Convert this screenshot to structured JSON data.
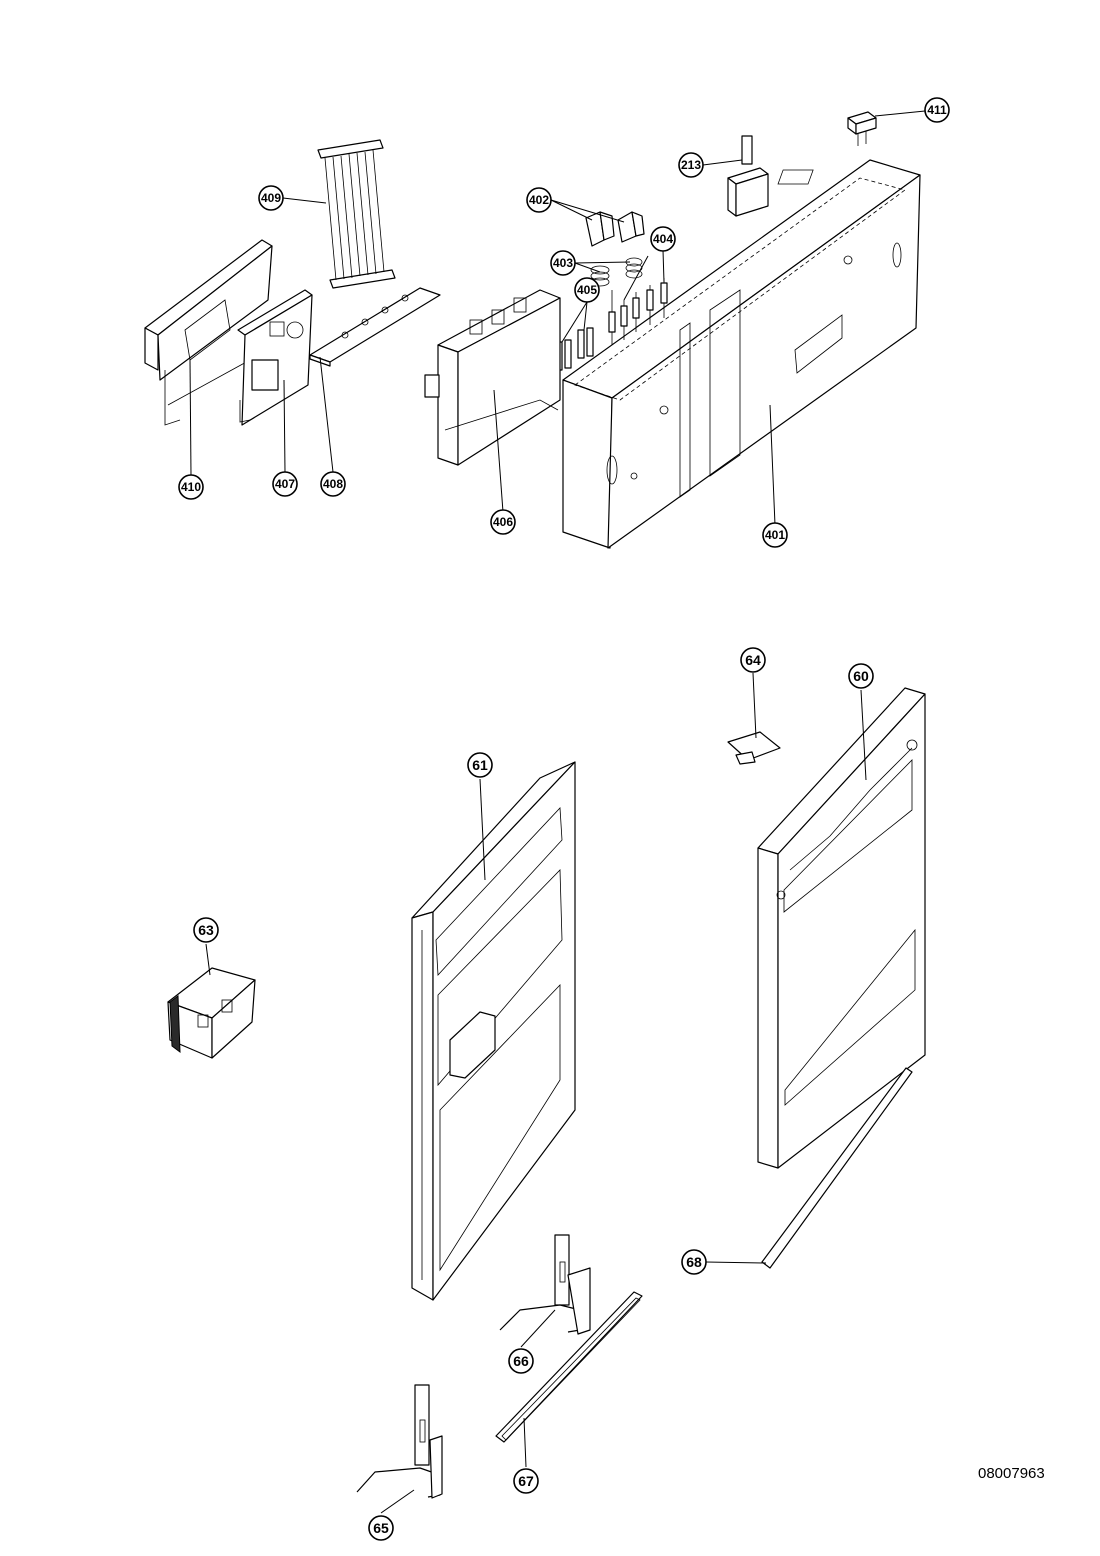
{
  "document_number": "08007963",
  "callouts": [
    {
      "id": "411",
      "label": "411"
    },
    {
      "id": "213",
      "label": "213"
    },
    {
      "id": "409",
      "label": "409"
    },
    {
      "id": "402",
      "label": "402"
    },
    {
      "id": "404",
      "label": "404"
    },
    {
      "id": "403",
      "label": "403"
    },
    {
      "id": "405",
      "label": "405"
    },
    {
      "id": "410",
      "label": "410"
    },
    {
      "id": "407",
      "label": "407"
    },
    {
      "id": "408",
      "label": "408"
    },
    {
      "id": "406",
      "label": "406"
    },
    {
      "id": "401",
      "label": "401"
    },
    {
      "id": "64",
      "label": "64"
    },
    {
      "id": "60",
      "label": "60"
    },
    {
      "id": "61",
      "label": "61"
    },
    {
      "id": "63",
      "label": "63"
    },
    {
      "id": "68",
      "label": "68"
    },
    {
      "id": "66",
      "label": "66"
    },
    {
      "id": "67",
      "label": "67"
    },
    {
      "id": "65",
      "label": "65"
    }
  ]
}
